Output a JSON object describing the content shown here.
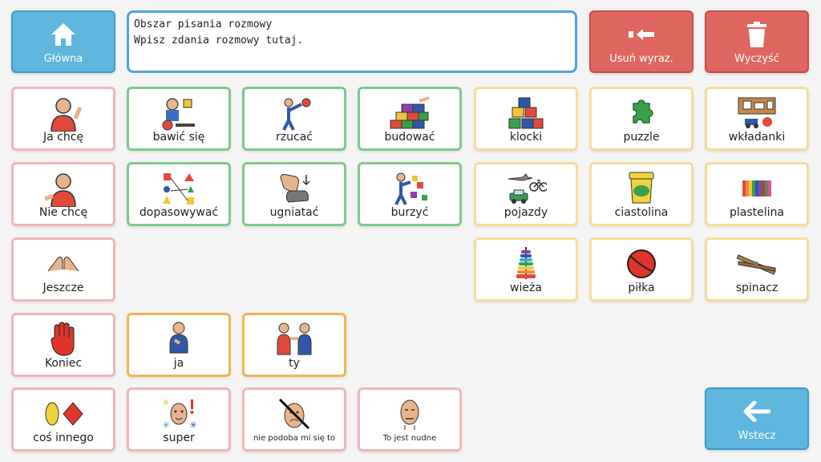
{
  "top": {
    "home_label": "Główna",
    "message_line1": "Obszar pisania rozmowy",
    "message_line2": "Wpisz zdania rozmowy tutaj.",
    "delete_word_label": "Usuń wyraz.",
    "clear_label": "Wyczyść"
  },
  "tiles": {
    "ja_chce": "Ja chcę",
    "bawic_sie": "bawić się",
    "rzucac": "rzucać",
    "budowac": "budować",
    "klocki": "klocki",
    "puzzle": "puzzle",
    "wkladanki": "wkładanki",
    "nie_chce": "Nie chcę",
    "dopasowywac": "dopasowywać",
    "ugniatac": "ugniatać",
    "burzyc": "burzyć",
    "pojazdy": "pojazdy",
    "ciastolina": "ciastolina",
    "plastelina": "plastelina",
    "jeszcze": "Jeszcze",
    "wieza": "wieża",
    "pilka": "piłka",
    "spinacz": "spinacz",
    "koniec": "Koniec",
    "ja": "ja",
    "ty": "ty",
    "cos_innego": "coś innego",
    "super": "super",
    "nie_podoba": "nie podoba mi się to",
    "nudne": "To jest nudne",
    "wstecz": "Wstecz"
  },
  "icons": {
    "home": "home-icon",
    "delete_word": "backspace-arrow-icon",
    "clear": "trash-icon",
    "back": "left-arrow-icon"
  },
  "colors": {
    "blue_button": "#5fb6dd",
    "red_button": "#e0675f",
    "border_pink": "#f0b6b9",
    "border_green": "#7fc98b",
    "border_yellow": "#f5dc9a",
    "border_orange": "#f4b451"
  }
}
